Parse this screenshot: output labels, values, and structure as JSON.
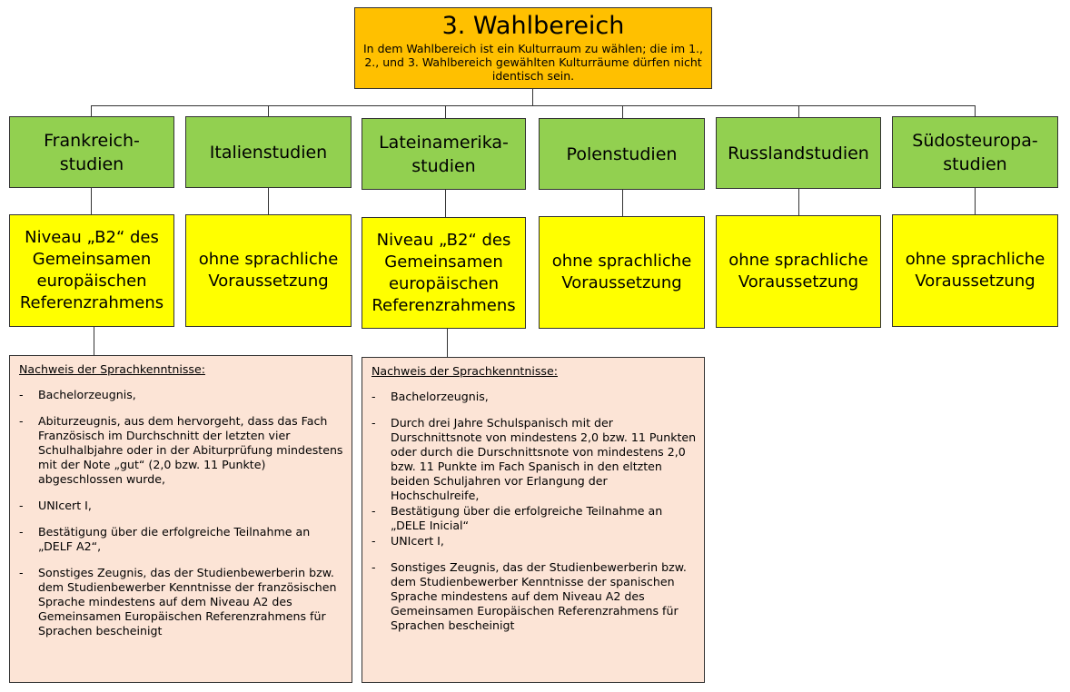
{
  "header": {
    "title": "3. Wahlbereich",
    "subtitle": "In dem Wahlbereich ist ein Kulturraum zu wählen; die im 1., 2., und 3. Wahlbereich gewählten Kulturräume dürfen nicht identisch sein."
  },
  "colors": {
    "header_bg": "#ffc000",
    "program_bg": "#92d050",
    "requirement_bg": "#ffff00",
    "details_bg": "#fce4d6"
  },
  "programs": [
    {
      "label": "Frankreich-\nstudien",
      "requirement": "Niveau „B2“ des Gemeinsamen europäischen Referenzrahmens"
    },
    {
      "label": "Italienstudien",
      "requirement": "ohne sprachliche Voraussetzung"
    },
    {
      "label": "Lateinamerika-\nstudien",
      "requirement": "Niveau „B2“ des Gemeinsamen europäischen Referenzrahmens"
    },
    {
      "label": "Polenstudien",
      "requirement": "ohne sprachliche Voraussetzung"
    },
    {
      "label": "Russlandstudien",
      "requirement": "ohne sprachliche Voraussetzung"
    },
    {
      "label": "Südosteuropa-\nstudien",
      "requirement": "ohne sprachliche Voraussetzung"
    }
  ],
  "details": [
    {
      "heading": "Nachweis der Sprachkenntnisse:",
      "items": [
        "Bachelorzeugnis,",
        "Abiturzeugnis, aus dem hervorgeht, dass das Fach Französisch im Durchschnitt der letzten vier Schulhalbjahre oder in der Abiturprüfung mindestens mit der Note „gut“ (2,0 bzw. 11 Punkte) abgeschlossen wurde,",
        "UNIcert I,",
        "Bestätigung über die erfolgreiche Teilnahme an „DELF A2“,",
        "Sonstiges Zeugnis, das der Studienbewerberin bzw. dem Studienbewerber Kenntnisse der französischen Sprache mindestens auf dem Niveau A2 des Gemeinsamen Europäischen Referenzrahmens für Sprachen bescheinigt"
      ]
    },
    {
      "heading": "Nachweis der Sprachkenntnisse:",
      "items": [
        "Bachelorzeugnis,",
        "Durch drei Jahre Schulspanisch mit der Durschnittsnote von mindestens 2,0 bzw. 11 Punkten oder durch die Durschnittsnote von mindestens 2,0 bzw. 11 Punkte im Fach Spanisch in den eltzten beiden Schuljahren vor Erlangung der Hochschulreife,",
        "Bestätigung über die erfolgreiche Teilnahme an „DELE Inicial“",
        "UNIcert I,",
        "Sonstiges Zeugnis, das der Studienbewerberin bzw. dem Studienbewerber Kenntnisse der spanischen Sprache mindestens auf dem Niveau A2 des Gemeinsamen Europäischen Referenzrahmens für Sprachen bescheinigt"
      ]
    }
  ]
}
